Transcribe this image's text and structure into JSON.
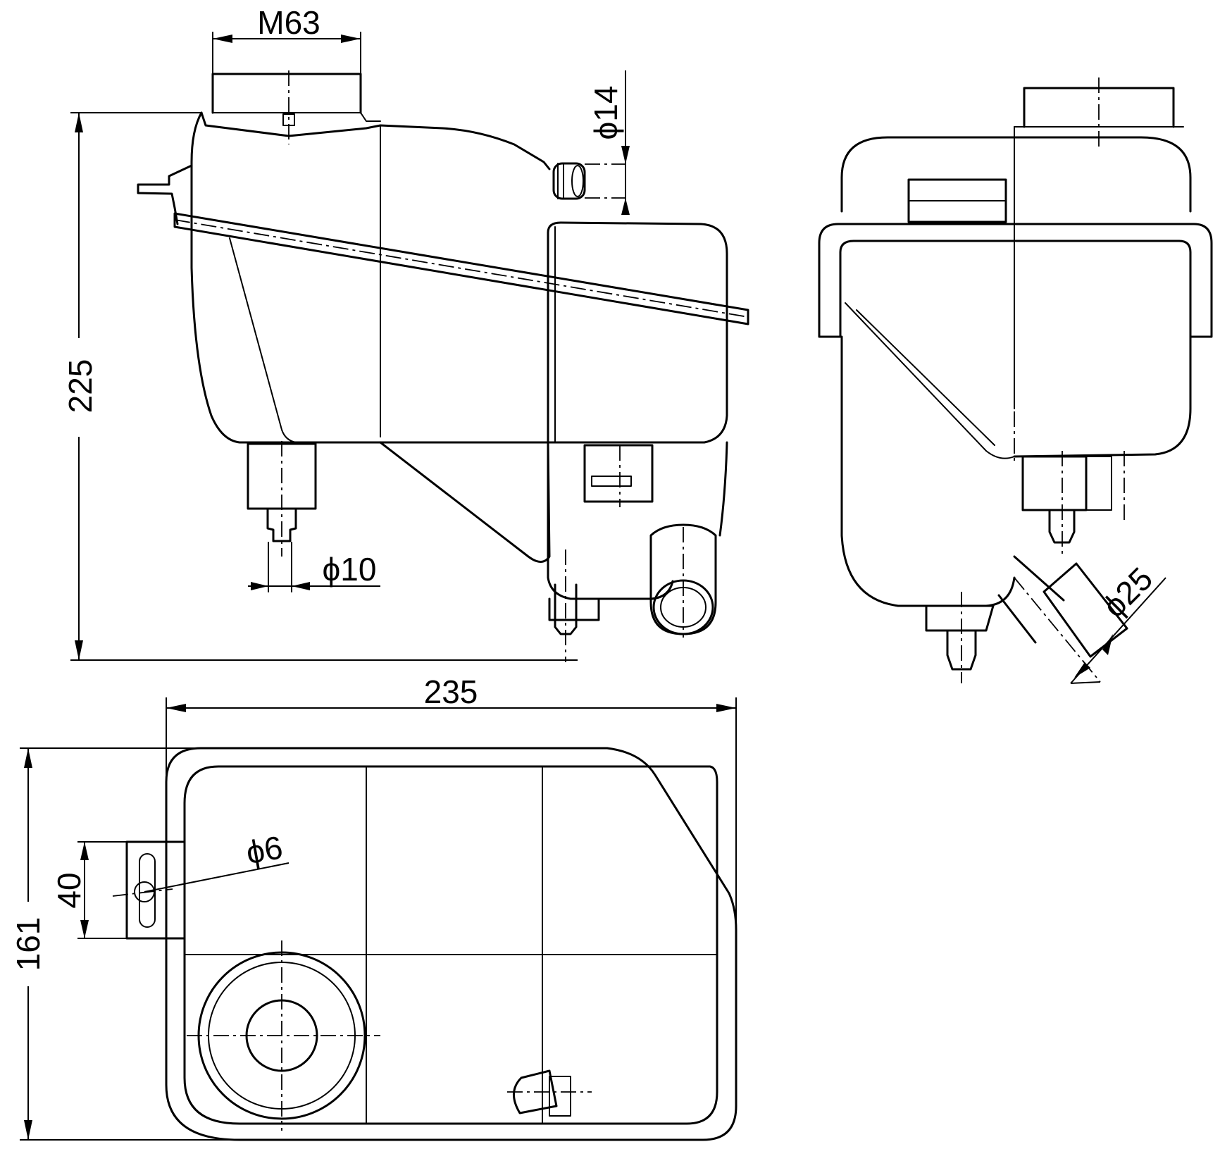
{
  "dimensions": {
    "m63": "M63",
    "d14": "ϕ14",
    "h225": "225",
    "d10": "ϕ10",
    "d25": "ϕ25",
    "w235": "235",
    "d6": "ϕ6",
    "h40": "40",
    "h161": "161"
  }
}
